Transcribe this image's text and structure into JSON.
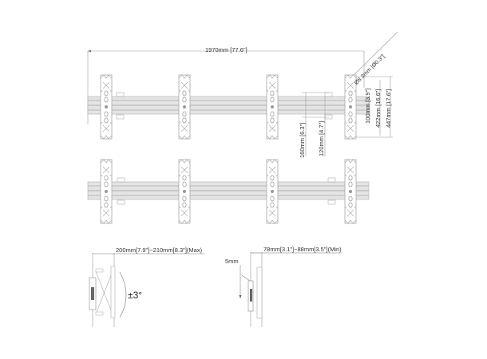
{
  "drawing": {
    "title": "Video wall mount dimensional drawing",
    "colors": {
      "line": "#9a9a9a",
      "rail": "#d8d8d8",
      "rail_stripe": "#b5b5b5",
      "text": "#333333"
    },
    "top_view": {
      "overall_width": "1970mm [77.6\"]",
      "hole_diameter": "Ø8.3mm [Ø0.3\"]",
      "slot_pitch": "100mm [3.9\"]",
      "bracket_length": "422mm [16.6\"]",
      "overall_height": "447mm [17.6\"]",
      "rail_span_outer": "160mm [6.3\"]",
      "rail_span_inner": "120mm [4.7\"]",
      "bracket_count": 4
    },
    "second_view": {
      "bracket_count": 4
    },
    "side_view_max": {
      "depth": "200mm[7.9\"]~210mm[8.3\"](Max)",
      "tilt": "±3°"
    },
    "side_view_min": {
      "depth": "78mm[3.1\"]~88mm[3.5\"](Min)",
      "adjust": "5mm"
    }
  }
}
